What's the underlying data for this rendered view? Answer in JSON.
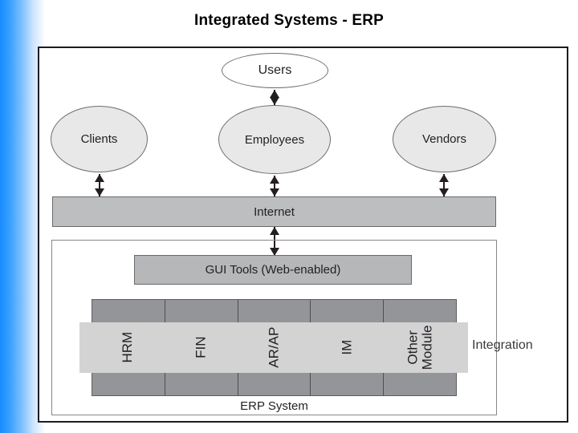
{
  "slide": {
    "title": "Integrated Systems - ERP"
  },
  "colors": {
    "gradient_blue": "#1a8cff",
    "module_gray": "#939598",
    "integration_gray": "#d3d3d4",
    "internet_gray": "#bcbec0",
    "gui_gray": "#b5b7b9",
    "ellipse_gray": "#e8e8e8",
    "outline_dark": "#1c1c26",
    "text": "#231f20"
  },
  "diagram": {
    "actors": [
      {
        "id": "users",
        "label": "Users",
        "fill": "white"
      },
      {
        "id": "clients",
        "label": "Clients",
        "fill": "gray"
      },
      {
        "id": "employees",
        "label": "Employees",
        "fill": "gray"
      },
      {
        "id": "vendors",
        "label": "Vendors",
        "fill": "gray"
      }
    ],
    "network_bar": {
      "label": "Internet"
    },
    "gui_bar": {
      "label": "GUI Tools (Web-enabled)"
    },
    "modules": [
      {
        "id": "hrm",
        "label": "HRM",
        "lines": [
          "HRM"
        ]
      },
      {
        "id": "fin",
        "label": "FIN",
        "lines": [
          "FIN"
        ]
      },
      {
        "id": "arap",
        "label": "AR/AP",
        "lines": [
          "AR/AP"
        ]
      },
      {
        "id": "im",
        "label": "IM",
        "lines": [
          "IM"
        ]
      },
      {
        "id": "other",
        "label": "Other Module",
        "lines": [
          "Other",
          "Module"
        ]
      }
    ],
    "integration_label": "Integration",
    "system_label": "ERP System",
    "connectors": [
      {
        "id": "users-employees",
        "from": "users",
        "to": "employees",
        "style": "double-arrow"
      },
      {
        "id": "clients-internet",
        "from": "clients",
        "to": "internet",
        "style": "double-arrow"
      },
      {
        "id": "employees-internet",
        "from": "employees",
        "to": "internet",
        "style": "double-arrow"
      },
      {
        "id": "vendors-internet",
        "from": "vendors",
        "to": "internet",
        "style": "double-arrow"
      },
      {
        "id": "internet-gui",
        "from": "internet",
        "to": "gui-tools",
        "style": "double-arrow"
      }
    ]
  }
}
